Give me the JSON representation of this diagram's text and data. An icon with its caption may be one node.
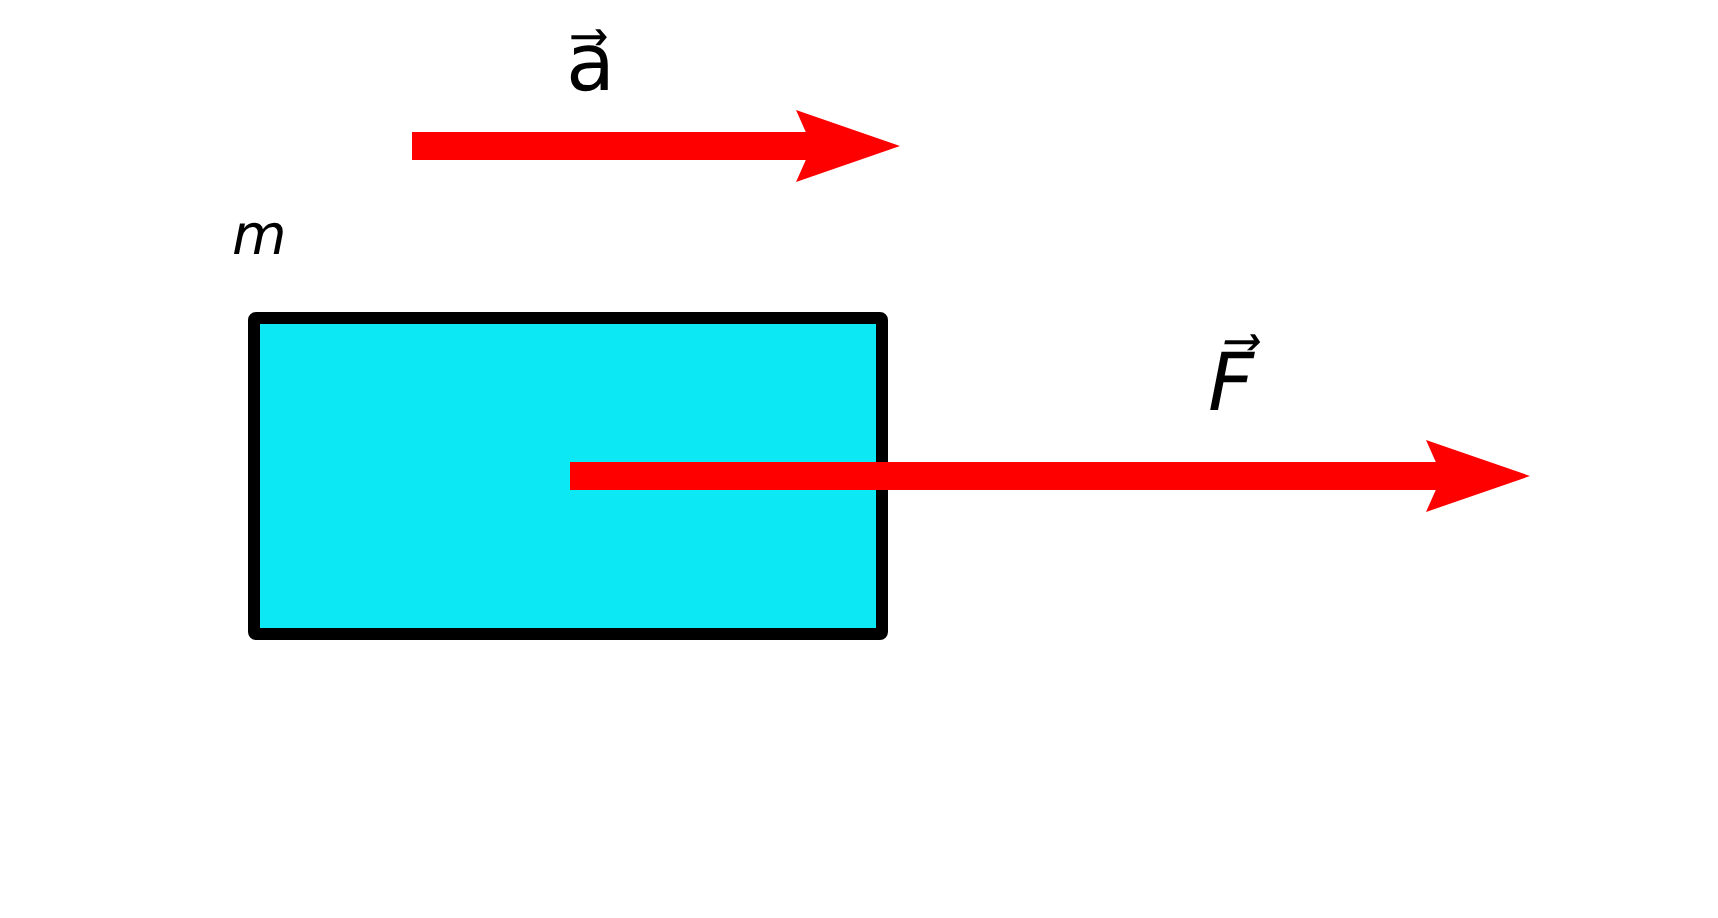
{
  "diagram": {
    "nodes": [
      {
        "text": [],
        "shape": "box",
        "beside": [
          "m"
        ]
      }
    ],
    "labels": [
      "a⃗",
      "F⃗"
    ]
  }
}
